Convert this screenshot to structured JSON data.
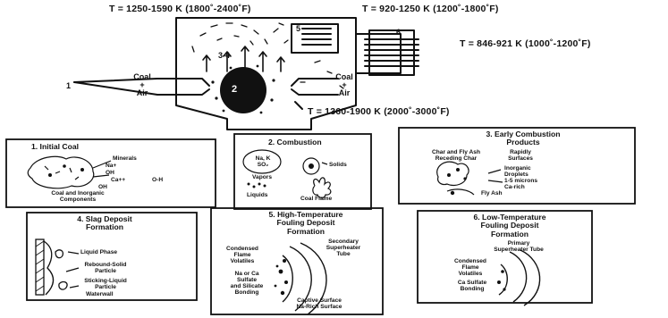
{
  "temperatures": {
    "top_left": "T = 1250-1590 K (1800˚-2400˚F)",
    "top_right": "T = 920-1250 K (1200˚-1800˚F)",
    "right": "T = 846-921 K (1000˚-1200˚F)",
    "bottom": "T = 1360-1900 K (2000˚-3000˚F)"
  },
  "boiler": {
    "fuel_left": [
      "Coal",
      "+",
      "Air"
    ],
    "fuel_right": [
      "Coal",
      "+",
      "Air"
    ],
    "stage_numbers": {
      "burner_stage": "1",
      "flame": "2",
      "upper": "3-4",
      "radiant": "5",
      "convective": "6"
    }
  },
  "panels": {
    "p1": {
      "title": "1. Initial Coal",
      "minerals": "Minerals",
      "na": "Na+",
      "oh1": "OH",
      "ca": "Ca++",
      "oh2": "O-H",
      "oh3": "OH",
      "caption": [
        "Coal and Inorganic",
        "Components"
      ]
    },
    "p2": {
      "title": "2. Combustion",
      "nak": [
        "Na, K",
        "SO₂"
      ],
      "vapors": "Vapors",
      "solids": "Solids",
      "liquids": "Liquids",
      "flame": "Coal Flame"
    },
    "p3": {
      "title": [
        "3. Early Combustion",
        "Products"
      ],
      "char": [
        "Char and Fly Ash",
        "Receding Char"
      ],
      "rapidly": [
        "Rapidly",
        "Surfaces"
      ],
      "droplets": [
        "Inorganic",
        "Droplets",
        "1-5 microns",
        "Ca-rich"
      ],
      "flyash": "Fly Ash"
    },
    "p4": {
      "title": [
        "4. Slag Deposit",
        "Formation"
      ],
      "liquid": "Liquid Phase",
      "rebound": [
        "Rebound-Solid",
        "Particle"
      ],
      "sticking": [
        "Sticking-Liquid",
        "Particle"
      ],
      "waterwall": "Waterwall"
    },
    "p5": {
      "title": [
        "5. High-Temperature",
        "Fouling Deposit",
        "Formation"
      ],
      "secondary": [
        "Secondary",
        "Superheater",
        "Tube"
      ],
      "condensed": [
        "Condensed",
        "Flame",
        "Volatiles"
      ],
      "naca": [
        "Na or Ca",
        "Sulfate",
        "and Silicate",
        "Bonding"
      ],
      "captive": [
        "Captive Surface",
        "Na-Rich Surface"
      ]
    },
    "p6": {
      "title": [
        "6. Low-Temperature",
        "Fouling Deposit",
        "Formation"
      ],
      "primary": [
        "Primary",
        "Superheater Tube"
      ],
      "condensed": [
        "Condensed",
        "Flame",
        "Volatiles"
      ],
      "casulfate": [
        "Ca Sulfate",
        "Bonding"
      ]
    }
  }
}
